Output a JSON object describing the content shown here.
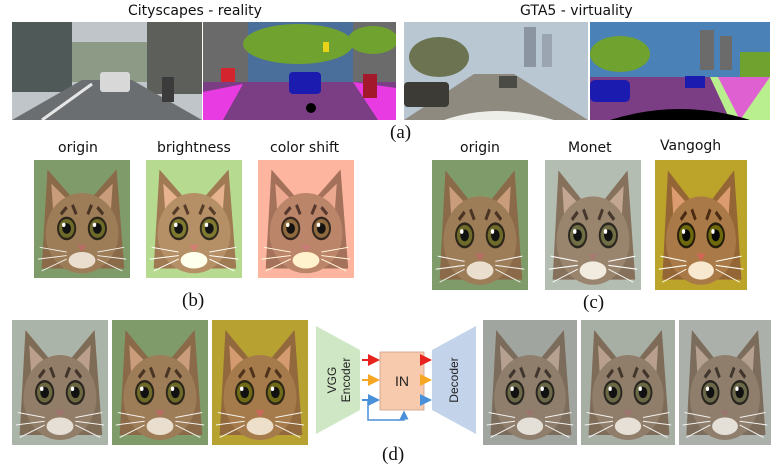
{
  "panel_a": {
    "title_left": "Cityscapes - reality",
    "title_right": "GTA5 - virtuality",
    "label": "(a)"
  },
  "panel_b": {
    "captions": [
      "origin",
      "brightness",
      "color shift"
    ],
    "label": "(b)"
  },
  "panel_c": {
    "captions": [
      "origin",
      "Monet",
      "Vangogh"
    ],
    "label": "(c)"
  },
  "panel_d": {
    "label": "(d)",
    "encoder_text": "VGG Encoder",
    "encoder_line1": "VGG",
    "encoder_line2": "Encoder",
    "in_text": "IN",
    "decoder_text": "Decoder",
    "colors": {
      "encoder": "#cfe7c4",
      "decoder": "#c3d3ea",
      "in_block": "#f7c9ad",
      "arrow_red": "#e8231f",
      "arrow_orange": "#f5a623",
      "arrow_blue": "#4a90d9"
    }
  }
}
